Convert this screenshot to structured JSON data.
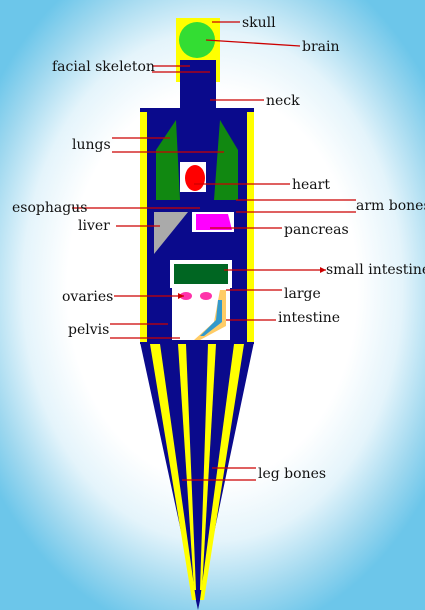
{
  "labels": {
    "skull": "skull",
    "brain": "brain",
    "facial_skeleton": "facial skeleton",
    "neck": "neck",
    "lungs": "lungs",
    "heart": "heart",
    "esophagus": "esophagus",
    "arm_bones": "arm bones",
    "liver": "liver",
    "pancreas": "pancreas",
    "small_intestine": "small intestine",
    "ovaries": "ovaries",
    "large": "large",
    "intestine": "intestine",
    "pelvis": "pelvis",
    "leg_bones": "leg bones"
  },
  "colors": {
    "body": "#0a0a8c",
    "bone": "#ffff00",
    "brain": "#33dd33",
    "lungs": "#118811",
    "heart": "#ff0000",
    "liver": "#aaaaaa",
    "pancreas": "#ff00ff",
    "intestine": "#006622",
    "pointer": "#cc0000"
  }
}
